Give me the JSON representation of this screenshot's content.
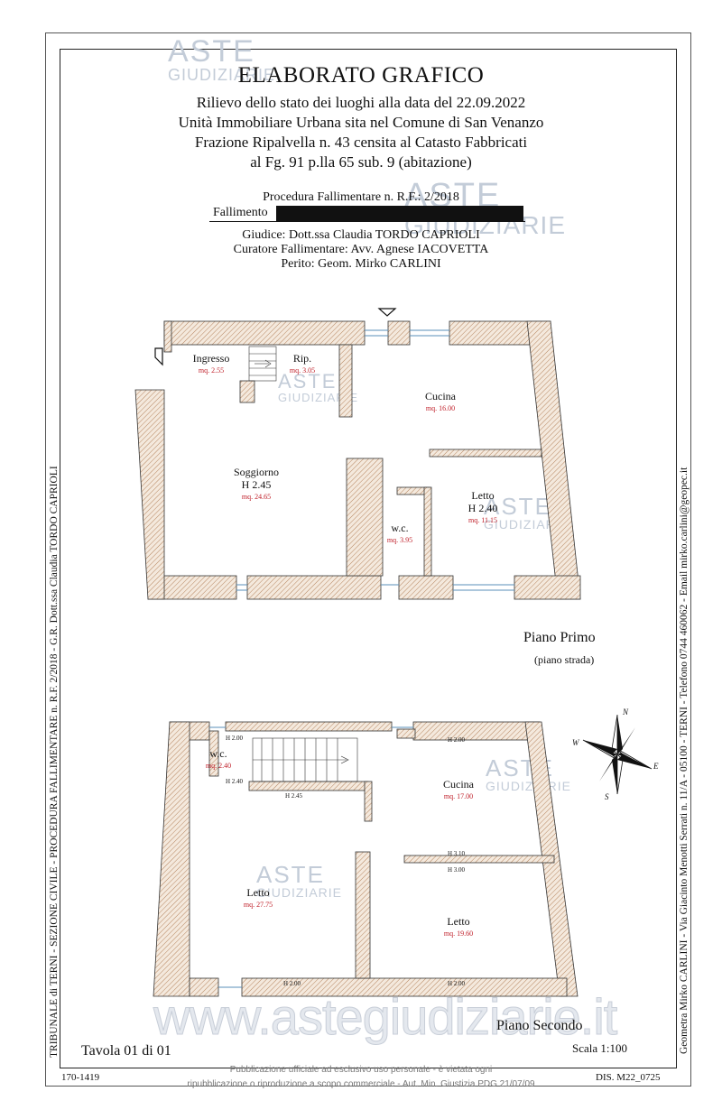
{
  "header": {
    "title": "ELABORATO GRAFICO",
    "lines": [
      "Rilievo dello stato dei luoghi alla data del 22.09.2022",
      "Unità Immobiliare Urbana sita nel Comune di San Venanzo",
      "Frazione Ripalvella n. 43 censita al Catasto Fabbricati",
      "al Fg. 91 p.lla 65 sub. 9 (abitazione)"
    ]
  },
  "procedure": {
    "procedura": "Procedura Fallimentare n. R.F.: 2/2018",
    "fallimento_label": "Fallimento",
    "giudice": "Giudice: Dott.ssa Claudia TORDO CAPRIOLI",
    "curatore": "Curatore Fallimentare: Avv. Agnese IACOVETTA",
    "perito": "Perito: Geom. Mirko CARLINI"
  },
  "margins": {
    "left_vertical": "TRIBUNALE di TERNI - SEZIONE CIVILE - PROCEDURA FALLIMENTARE n. R.F. 2/2018 - G.R. Dott.ssa Claudia TORDO CAPRIOLI",
    "right_vertical": "Geometra Mirko CARLINI - Via Giacinto Menotti Serrati n. 11/A - 05100 - TERNI - Telefono 0744 460062 - Email mirko.carlini@geopec.it"
  },
  "watermark": {
    "logo_top": "ASTE",
    "logo_bottom": "GIUDIZIARIE",
    "url": "www.astegiudiziarie.it",
    "notice_line1": "Pubblicazione ufficiale ad esclusivo uso personale - è vietata ogni",
    "notice_line2": "ripubblicazione o riproduzione a scopo commerciale - Aut. Min. Giustizia PDG 21/07/09"
  },
  "floor1": {
    "name": "Piano Primo",
    "subtitle": "(piano strada)",
    "rooms": [
      {
        "name": "Ingresso",
        "area": "mq. 2.55"
      },
      {
        "name": "Rip.",
        "area": "mq. 3.05"
      },
      {
        "name": "Cucina",
        "area": "mq. 16.00"
      },
      {
        "name": "Soggiorno",
        "height": "H 2.45",
        "area": "mq. 24.65"
      },
      {
        "name": "w.c.",
        "area": "mq. 3.95"
      },
      {
        "name": "Letto",
        "height": "H 2.40",
        "area": "mq. 11.15"
      }
    ]
  },
  "floor2": {
    "name": "Piano Secondo",
    "rooms": [
      {
        "name": "w.c.",
        "area": "mq. 2.40"
      },
      {
        "name": "Cucina",
        "area": "mq. 17.00"
      },
      {
        "name": "Letto",
        "area": "mq. 27.75"
      },
      {
        "name": "Letto",
        "area": "mq. 19.60"
      }
    ],
    "heights": [
      "H 2.00",
      "H 2.40",
      "H 2.45",
      "H 2.00",
      "H 3.10",
      "H 3.00",
      "H 2.00",
      "H 2.00"
    ]
  },
  "compass": {
    "n": "N",
    "s": "S",
    "e": "E",
    "w": "W"
  },
  "footer": {
    "tavola": "Tavola 01 di 01",
    "scala": "Scala 1:100",
    "code_left": "170-1419",
    "code_right": "DIS. M22_0725"
  },
  "colors": {
    "wall_hatch": "#b5845e",
    "area_text": "#c0202a",
    "watermark": "#c3ccd8"
  }
}
